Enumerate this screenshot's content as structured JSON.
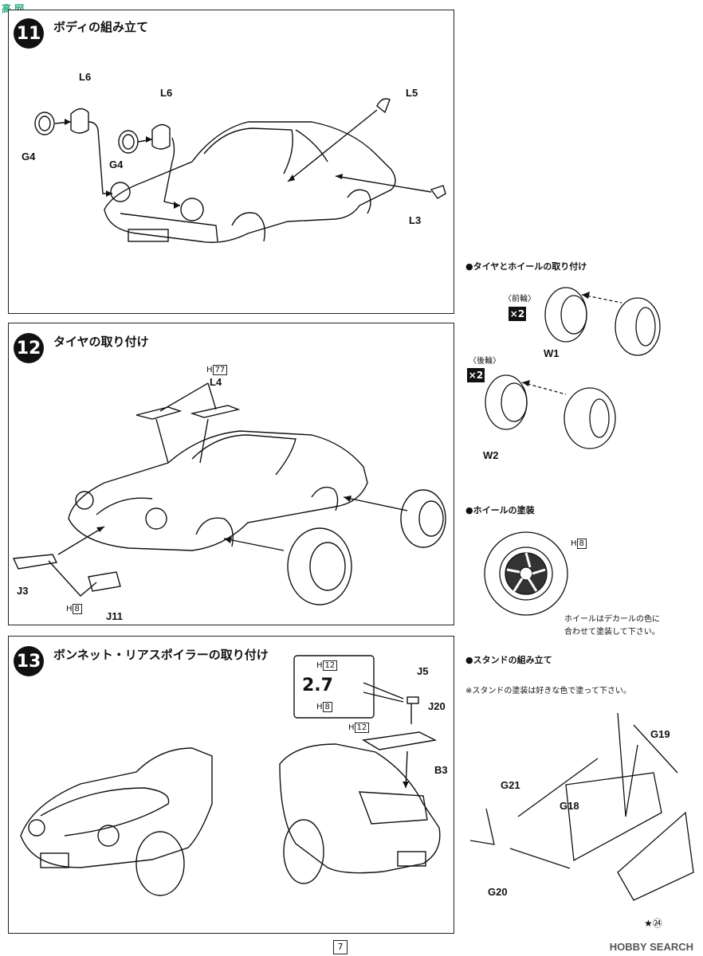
{
  "watermark_top": "高 网",
  "steps": {
    "s11": {
      "num": "11",
      "title": "ボディの組み立て",
      "labels": {
        "l6a": "L6",
        "l6b": "L6",
        "g4a": "G4",
        "g4b": "G4",
        "l5": "L5",
        "l3": "L3"
      }
    },
    "s12": {
      "num": "12",
      "title": "タイヤの取り付け",
      "labels": {
        "h77": "77",
        "h77_prefix": "H",
        "l4": "L4",
        "j3": "J3",
        "j11": "J11",
        "h8": "8",
        "h8_prefix": "H"
      }
    },
    "s13": {
      "num": "13",
      "title": "ボンネット・リアスポイラーの取り付け",
      "labels": {
        "h12a": "12",
        "h12a_prefix": "H",
        "h8": "8",
        "h8_prefix": "H",
        "logo_27": "2.7",
        "j5": "J5",
        "j20": "J20",
        "h12b": "12",
        "h12b_prefix": "H",
        "b3": "B3"
      }
    }
  },
  "side": {
    "tire_title": "●タイヤとホイールの取り付け",
    "front": "〈前輪〉",
    "rear": "〈後輪〉",
    "x2a": "×2",
    "x2b": "×2",
    "w1": "W1",
    "w2": "W2",
    "paint_title": "●ホイールの塗装",
    "paint_h8_prefix": "H",
    "paint_h8": "8",
    "paint_note_1": "ホイールはデカールの色に",
    "paint_note_2": "合わせて塗装して下さい。",
    "stand_title": "●スタンドの組み立て",
    "stand_note": "※スタンドの塗装は好きな色で塗って下さい。",
    "g19": "G19",
    "g21": "G21",
    "g18": "G18",
    "g20": "G20",
    "decal": "★㉔"
  },
  "footer": {
    "page": "7",
    "watermark": "HOBBY SEARCH"
  }
}
